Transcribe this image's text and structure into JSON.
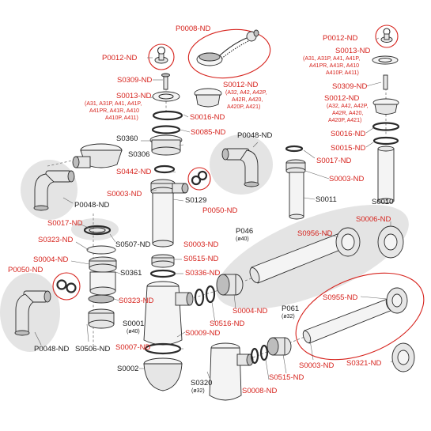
{
  "labels": {
    "P0008": "P0008-ND",
    "P0012_left": "P0012-ND",
    "P0012_right": "P0012-ND",
    "S0309_left": "S0309-ND",
    "S0013_left": "S0013-ND",
    "S0013_left_sub1": "(A31, A31P, A41, A41P,",
    "S0013_left_sub2": "A41PR, A41R, A410",
    "S0013_left_sub3": "A410P, A411)",
    "S0012_mid": "S0012-ND",
    "S0012_mid_sub1": "(A32, A42, A42P,",
    "S0012_mid_sub2": "A42R, A420,",
    "S0012_mid_sub3": "A420P, A421)",
    "S0016_left": "S0016-ND",
    "S0085": "S0085-ND",
    "S0360": "S0360",
    "S0306": "S0306",
    "P0048_top": "P0048-ND",
    "S0442": "S0442-ND",
    "S0003_a": "S0003-ND",
    "P0050_right": "P0050-ND",
    "S0129": "S0129",
    "P0048_left": "P0048-ND",
    "S0017_left": "S0017-ND",
    "S0507": "S0507-ND",
    "S0323_top": "S0323-ND",
    "S0004_left": "S0004-ND",
    "P0050_left": "P0050-ND",
    "S0361": "S0361",
    "S0323_bottom": "S0323-ND",
    "P0048_bottom": "P0048-ND",
    "S0506": "S0506-ND",
    "S0003_b": "S0003-ND",
    "S0515_top": "S0515-ND",
    "S0336": "S0336-ND",
    "S0001": "S0001",
    "S0001_sub": "(ø40)",
    "S0009": "S0009-ND",
    "S0516": "S0516-ND",
    "S0004_right": "S0004-ND",
    "S0007": "S0007-ND",
    "S0002": "S0002",
    "S0320": "S0320",
    "S0320_sub": "(ø32)",
    "S0008": "S0008-ND",
    "S0515_bottom": "S0515-ND",
    "S0003_c": "S0003-ND",
    "P046": "P046",
    "P046_sub": "(ø40)",
    "S0956": "S0956-ND",
    "S0006": "S0006-ND",
    "P061": "P061",
    "P061_sub": "(ø32)",
    "S0955": "S0955-ND",
    "S0321": "S0321-ND",
    "S0013_right": "S0013-ND",
    "S0013_right_sub1": "(A31, A31P, A41, A41P,",
    "S0013_right_sub2": "A41PR, A41R, A410",
    "S0013_right_sub3": "A410P, A411)",
    "S0309_right": "S0309-ND",
    "S0012_right": "S0012-ND",
    "S0012_right_sub1": "(A32, A42, A42P,",
    "S0012_right_sub2": "A42R, A420,",
    "S0012_right_sub3": "A420P, A421)",
    "S0016_right": "S0016-ND",
    "S0015": "S0015-ND",
    "S0017_right": "S0017-ND",
    "S0003_right": "S0003-ND",
    "S0011": "S0011",
    "S0010": "S0010"
  },
  "colors": {
    "red_label": "#d6221c",
    "dark_label": "#1a1a1a"
  }
}
